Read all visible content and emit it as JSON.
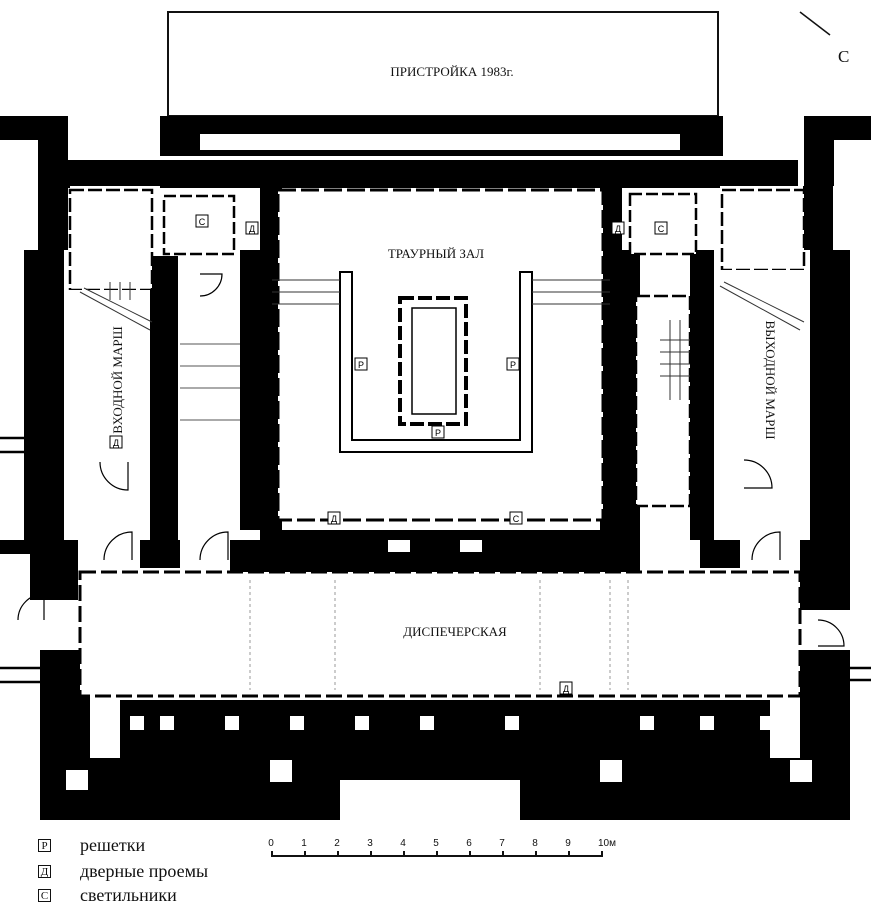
{
  "plan": {
    "north_label": "С",
    "rooms": {
      "annex": "ПРИСТРОЙКА 1983г.",
      "mourning_hall": "ТРАУРНЫЙ ЗАЛ",
      "dispatch": "ДИСПЕЧЕРСКАЯ",
      "entrance_hall": "ВХОДНОЙ МАРШ",
      "exit_hall": "ВЫХОДНОЙ МАРШ"
    },
    "markers": {
      "grate": "Р",
      "door": "Д",
      "lamp": "С"
    }
  },
  "legend": {
    "items": [
      {
        "symbol": "Р",
        "label": "решетки"
      },
      {
        "symbol": "Д",
        "label": "дверные проемы"
      },
      {
        "symbol": "С",
        "label": "светильники"
      }
    ]
  },
  "scale_bar": {
    "labels": [
      "0",
      "1",
      "2",
      "3",
      "4",
      "5",
      "6",
      "7",
      "8",
      "9",
      "10м"
    ]
  }
}
